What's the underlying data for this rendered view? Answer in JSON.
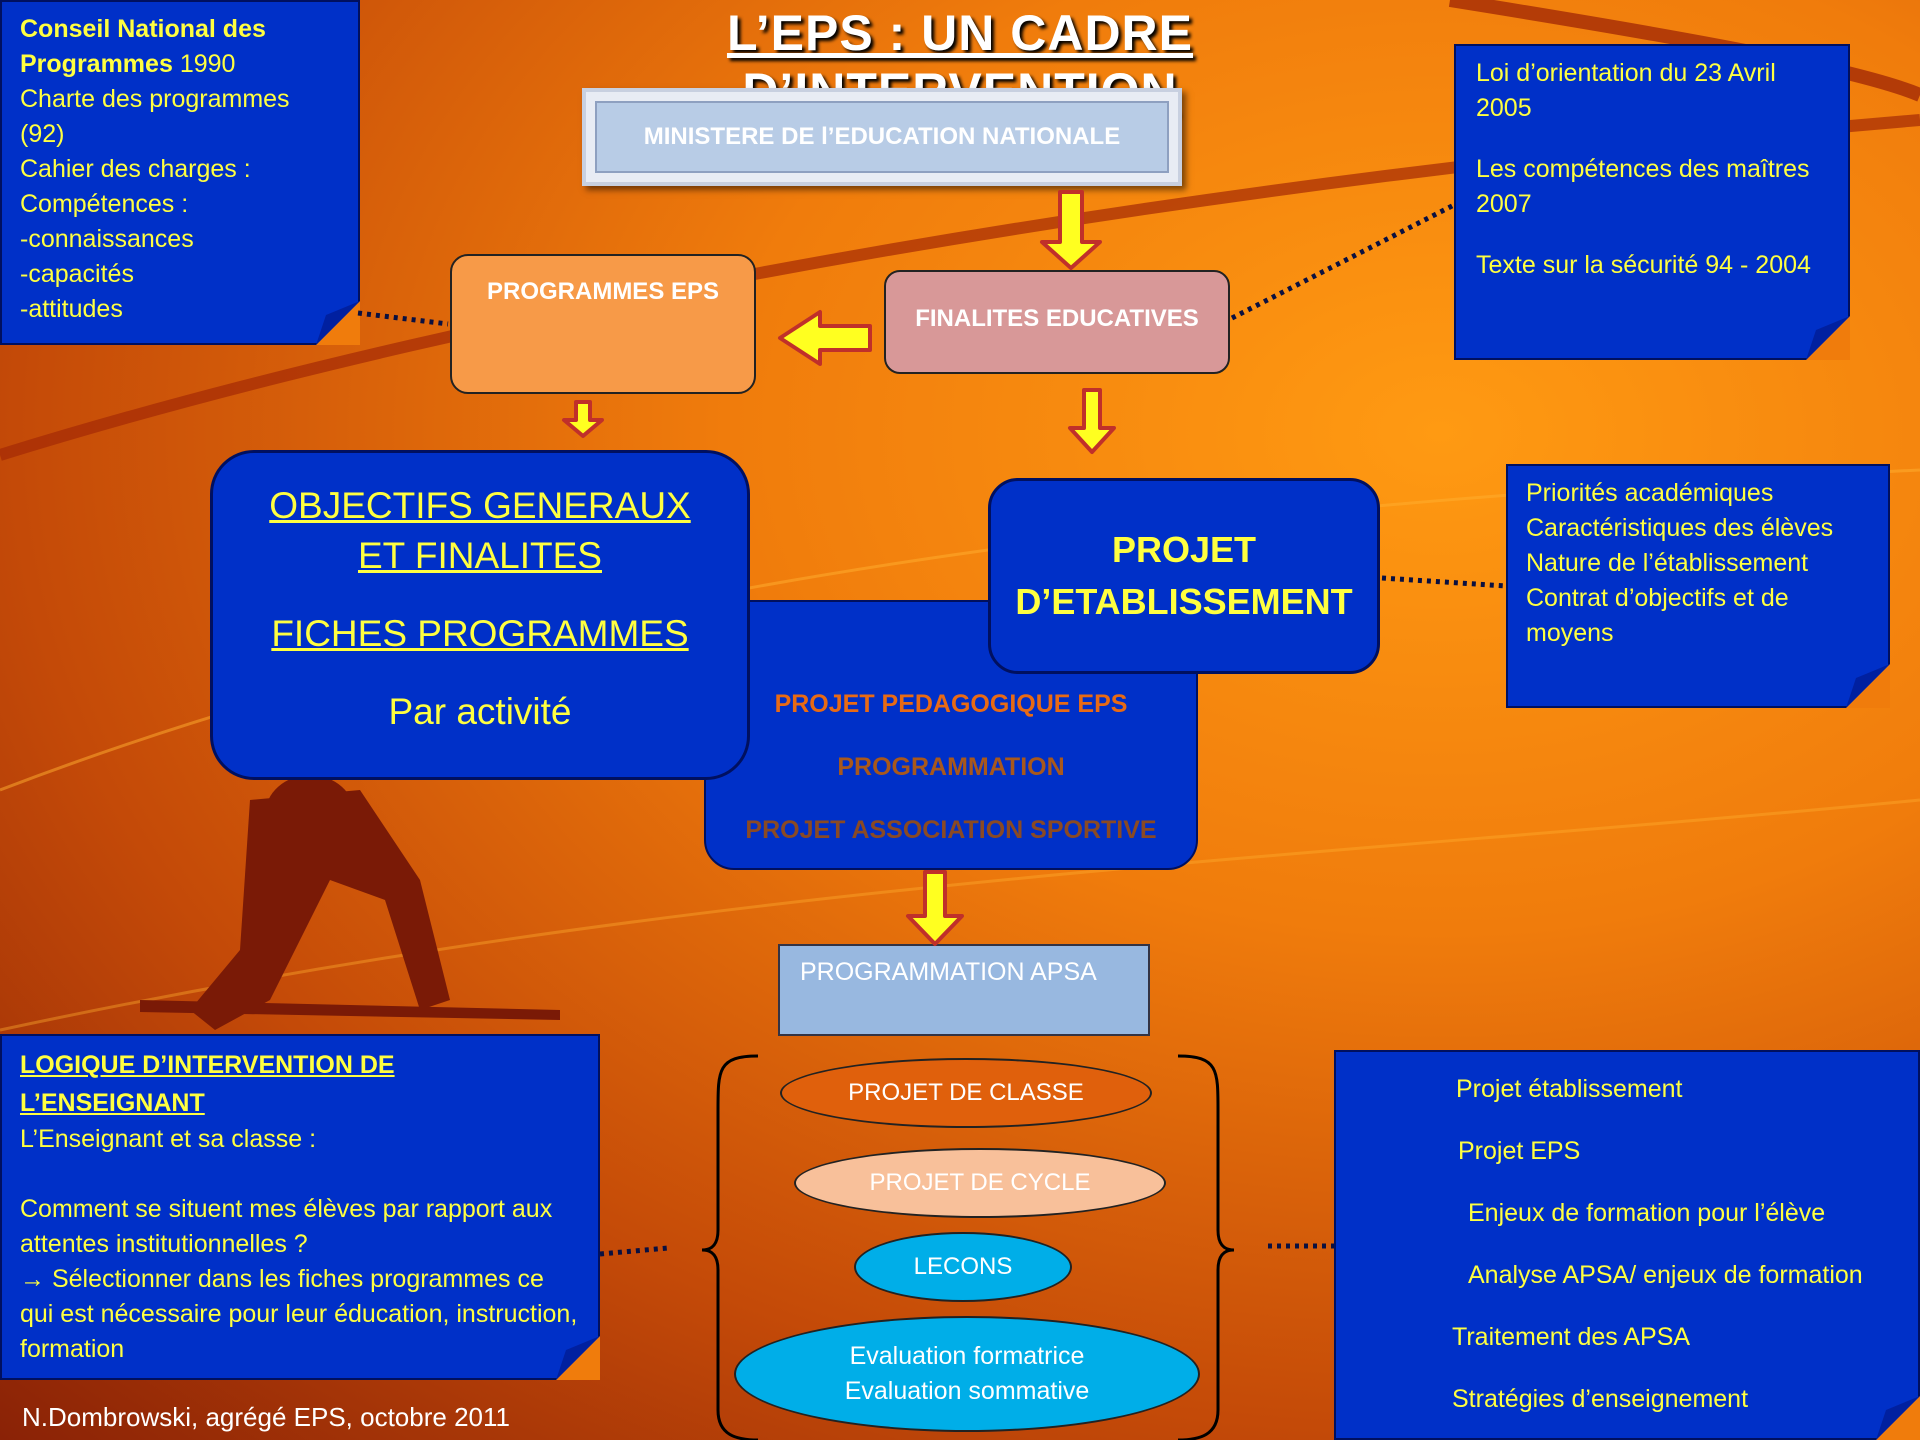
{
  "title": "L’EPS : UN CADRE D’INTERVENTION",
  "ministere": "MINISTERE DE l’EDUCATION NATIONALE",
  "programmes_eps": "PROGRAMMES EPS",
  "finalites": "FINALITES EDUCATIVES",
  "objectifs": {
    "title": "OBJECTIFS GENERAUX ET FINALITES",
    "fiches": "FICHES PROGRAMMES",
    "par_activite": "Par activité"
  },
  "projet_etablissement": "PROJET D’ETABLISSEMENT",
  "pedagogique": {
    "lines": [
      "PROJET PEDAGOGIQUE EPS",
      "PROGRAMMATION",
      "PROJET ASSOCIATION SPORTIVE"
    ]
  },
  "programmation_apsa": "PROGRAMMATION APSA",
  "ovals": [
    "PROJET DE CLASSE",
    "PROJET DE CYCLE",
    "LECONS",
    "Evaluation formatrice",
    "Evaluation sommative"
  ],
  "note_left_top": {
    "heading": "Conseil National des Programmes",
    "heading_suffix": "1990",
    "lines": [
      "Charte des programmes",
      "(92)",
      "Cahier des charges :",
      "Compétences :",
      "-connaissances",
      "-capacités",
      "-attitudes"
    ]
  },
  "note_right_top": {
    "lines": [
      "Loi d’orientation du 23 Avril 2005",
      "Les compétences des maîtres 2007",
      "Texte sur la sécurité 94 - 2004"
    ]
  },
  "note_right_mid": {
    "lines": [
      "Priorités académiques",
      "Caractéristiques des élèves",
      "Nature de l’établissement",
      "Contrat d’objectifs et de moyens"
    ]
  },
  "note_left_bottom": {
    "heading": "LOGIQUE D’INTERVENTION DE L’ENSEIGNANT",
    "lines": [
      "L’Enseignant et sa classe :",
      "Comment se situent mes élèves par rapport aux attentes institutionnelles ?",
      "→ Sélectionner dans les fiches programmes ce qui est nécessaire pour leur éducation, instruction, formation",
      ""
    ]
  },
  "note_right_bottom": {
    "lines": [
      "Projet établissement",
      "Projet EPS",
      "Enjeux de formation pour l’élève",
      "Analyse APSA/ enjeux de formation",
      "Traitement des APSA",
      "Stratégies d’enseignement"
    ]
  },
  "credit": "N.Dombrowski, agrégé EPS, octobre 2011",
  "colors": {
    "note_blue": "#0030c8",
    "note_text": "#ffff40",
    "programmes_box": "#f79a48",
    "finalites_box": "#d89898",
    "arrow_fill": "#ffff20"
  }
}
